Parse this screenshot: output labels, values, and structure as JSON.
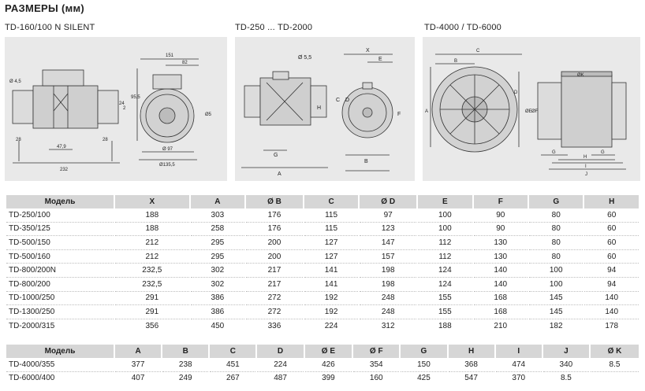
{
  "heading": "РАЗМЕРЫ (мм)",
  "drawings": {
    "d1": {
      "caption": "TD-160/100 N SILENT",
      "labels": {
        "dia_left": "Ø 4,5",
        "dim_28a": "28",
        "dim_47": "47,9",
        "dim_28b": "28",
        "dim_232": "232",
        "dim_24": "24",
        "dim_2": "2",
        "dim_151": "151",
        "dim_82": "82",
        "dim_95": "95,5",
        "dim_dia95": "Ø5",
        "dim_97": "Ø 97",
        "dim_135": "Ø135,5"
      }
    },
    "d2": {
      "caption": "TD-250 ... TD-2000",
      "labels": {
        "dia": "Ø 5,5",
        "x": "X",
        "e": "E",
        "c": "C",
        "d": "D",
        "h": "H",
        "f": "F",
        "g": "G",
        "a": "A",
        "b": "B"
      }
    },
    "d3": {
      "caption": "TD-4000 / TD-6000",
      "labels": {
        "c": "C",
        "b": "B",
        "a": "A",
        "d": "D",
        "e": "ØE",
        "f": "ØF",
        "k": "ØK",
        "g1": "G",
        "g2": "G",
        "h": "H",
        "i": "I",
        "j": "J"
      }
    }
  },
  "table1": {
    "headers": [
      "Модель",
      "X",
      "A",
      "Ø B",
      "C",
      "Ø D",
      "E",
      "F",
      "G",
      "H"
    ],
    "rows": [
      [
        "TD-250/100",
        "188",
        "303",
        "176",
        "115",
        "97",
        "100",
        "90",
        "80",
        "60"
      ],
      [
        "TD-350/125",
        "188",
        "258",
        "176",
        "115",
        "123",
        "100",
        "90",
        "80",
        "60"
      ],
      [
        "TD-500/150",
        "212",
        "295",
        "200",
        "127",
        "147",
        "112",
        "130",
        "80",
        "60"
      ],
      [
        "TD-500/160",
        "212",
        "295",
        "200",
        "127",
        "157",
        "112",
        "130",
        "80",
        "60"
      ],
      [
        "TD-800/200N",
        "232,5",
        "302",
        "217",
        "141",
        "198",
        "124",
        "140",
        "100",
        "94"
      ],
      [
        "TD-800/200",
        "232,5",
        "302",
        "217",
        "141",
        "198",
        "124",
        "140",
        "100",
        "94"
      ],
      [
        "TD-1000/250",
        "291",
        "386",
        "272",
        "192",
        "248",
        "155",
        "168",
        "145",
        "140"
      ],
      [
        "TD-1300/250",
        "291",
        "386",
        "272",
        "192",
        "248",
        "155",
        "168",
        "145",
        "140"
      ],
      [
        "TD-2000/315",
        "356",
        "450",
        "336",
        "224",
        "312",
        "188",
        "210",
        "182",
        "178"
      ]
    ]
  },
  "table2": {
    "headers": [
      "Модель",
      "A",
      "B",
      "C",
      "D",
      "Ø E",
      "Ø F",
      "G",
      "H",
      "I",
      "J",
      "Ø K"
    ],
    "rows": [
      [
        "TD-4000/355",
        "377",
        "238",
        "451",
        "224",
        "426",
        "354",
        "150",
        "368",
        "474",
        "340",
        "8.5"
      ],
      [
        "TD-6000/400",
        "407",
        "249",
        "267",
        "487",
        "399",
        "160",
        "425",
        "547",
        "370",
        "8.5"
      ]
    ]
  }
}
